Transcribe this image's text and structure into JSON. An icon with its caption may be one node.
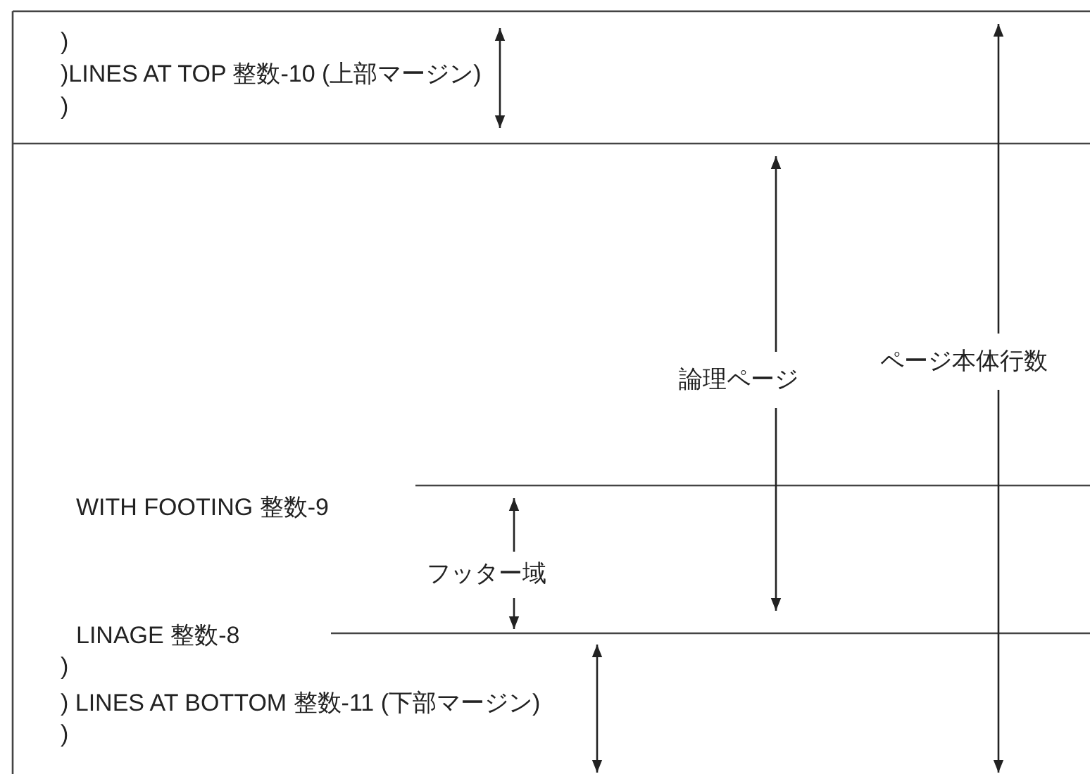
{
  "diagram": {
    "labels": [
      ")",
      ")LINES AT TOP 整数-10 (上部マージン)",
      ")",
      "論理ページ",
      "ページ本体行数",
      "WITH FOOTING 整数-9",
      "フッター域",
      "LINAGE 整数-8",
      ")",
      ") LINES AT BOTTOM 整数-11 (下部マージン)",
      ")"
    ]
  }
}
